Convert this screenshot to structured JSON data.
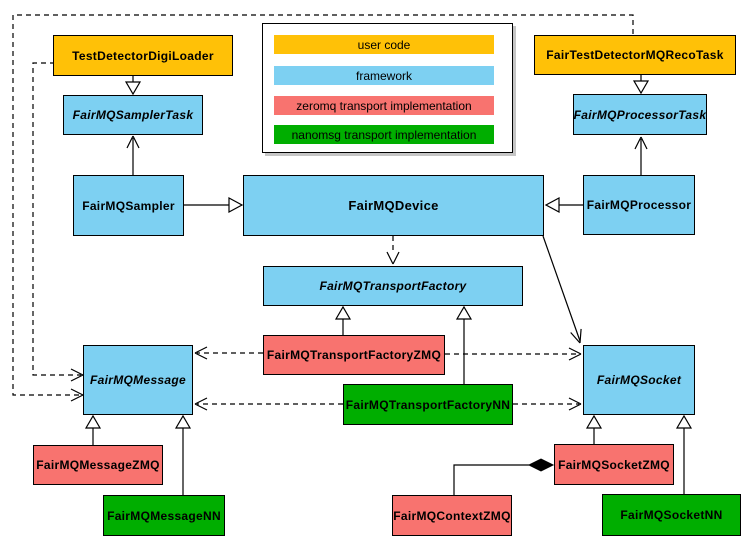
{
  "diagram": {
    "kind": "uml-class-diagram",
    "subject": "FairMQ framework classes and transport implementations"
  },
  "colors": {
    "user_code": "#ffc107",
    "framework": "#7dd0f2",
    "zeromq": "#f8736f",
    "nanomsg": "#00ae00",
    "line": "#000000",
    "background": "#ffffff"
  },
  "legend": {
    "items": [
      {
        "label": "user code",
        "category": "user_code"
      },
      {
        "label": "framework",
        "category": "framework"
      },
      {
        "label": "zeromq transport implementation",
        "category": "zeromq"
      },
      {
        "label": "nanomsg transport implementation",
        "category": "nanomsg"
      }
    ]
  },
  "nodes": {
    "test_detector_digi_loader": {
      "label": "TestDetectorDigiLoader",
      "category": "user_code",
      "abstract": false
    },
    "fair_test_detector_mq_reco_task": {
      "label": "FairTestDetectorMQRecoTask",
      "category": "user_code",
      "abstract": false
    },
    "fairmq_sampler_task": {
      "label": "FairMQSamplerTask",
      "category": "framework",
      "abstract": true
    },
    "fairmq_processor_task": {
      "label": "FairMQProcessorTask",
      "category": "framework",
      "abstract": true
    },
    "fairmq_sampler": {
      "label": "FairMQSampler",
      "category": "framework",
      "abstract": false
    },
    "fairmq_device": {
      "label": "FairMQDevice",
      "category": "framework",
      "abstract": false
    },
    "fairmq_processor": {
      "label": "FairMQProcessor",
      "category": "framework",
      "abstract": false
    },
    "fairmq_transport_factory": {
      "label": "FairMQTransportFactory",
      "category": "framework",
      "abstract": true
    },
    "fairmq_transport_factory_zmq": {
      "label": "FairMQTransportFactoryZMQ",
      "category": "zeromq",
      "abstract": false
    },
    "fairmq_transport_factory_nn": {
      "label": "FairMQTransportFactoryNN",
      "category": "nanomsg",
      "abstract": false
    },
    "fairmq_message": {
      "label": "FairMQMessage",
      "category": "framework",
      "abstract": true
    },
    "fairmq_socket": {
      "label": "FairMQSocket",
      "category": "framework",
      "abstract": true
    },
    "fairmq_message_zmq": {
      "label": "FairMQMessageZMQ",
      "category": "zeromq",
      "abstract": false
    },
    "fairmq_message_nn": {
      "label": "FairMQMessageNN",
      "category": "nanomsg",
      "abstract": false
    },
    "fairmq_socket_zmq": {
      "label": "FairMQSocketZMQ",
      "category": "zeromq",
      "abstract": false
    },
    "fairmq_socket_nn": {
      "label": "FairMQSocketNN",
      "category": "nanomsg",
      "abstract": false
    },
    "fairmq_context_zmq": {
      "label": "FairMQContextZMQ",
      "category": "zeromq",
      "abstract": false
    }
  },
  "edges": [
    {
      "from": "TestDetectorDigiLoader",
      "to": "FairMQSamplerTask",
      "type": "inheritance"
    },
    {
      "from": "FairTestDetectorMQRecoTask",
      "to": "FairMQProcessorTask",
      "type": "inheritance"
    },
    {
      "from": "FairMQSampler",
      "to": "FairMQSamplerTask",
      "type": "association-arrow"
    },
    {
      "from": "FairMQProcessor",
      "to": "FairMQProcessorTask",
      "type": "association-arrow"
    },
    {
      "from": "FairMQSampler",
      "to": "FairMQDevice",
      "type": "inheritance"
    },
    {
      "from": "FairMQProcessor",
      "to": "FairMQDevice",
      "type": "inheritance"
    },
    {
      "from": "FairMQDevice",
      "to": "FairMQTransportFactory",
      "type": "dashed-dependency"
    },
    {
      "from": "FairMQDevice",
      "to": "FairMQSocket",
      "type": "association-arrow"
    },
    {
      "from": "FairMQTransportFactoryZMQ",
      "to": "FairMQTransportFactory",
      "type": "inheritance"
    },
    {
      "from": "FairMQTransportFactoryNN",
      "to": "FairMQTransportFactory",
      "type": "inheritance"
    },
    {
      "from": "FairMQTransportFactoryZMQ",
      "to": "FairMQMessage",
      "type": "dashed-dependency"
    },
    {
      "from": "FairMQTransportFactoryZMQ",
      "to": "FairMQSocket",
      "type": "dashed-dependency"
    },
    {
      "from": "FairMQTransportFactoryNN",
      "to": "FairMQMessage",
      "type": "dashed-dependency"
    },
    {
      "from": "FairMQTransportFactoryNN",
      "to": "FairMQSocket",
      "type": "dashed-dependency"
    },
    {
      "from": "TestDetectorDigiLoader",
      "to": "FairMQMessage",
      "type": "dashed-dependency"
    },
    {
      "from": "FairTestDetectorMQRecoTask",
      "to": "FairMQMessage",
      "type": "dashed-dependency"
    },
    {
      "from": "FairMQMessageZMQ",
      "to": "FairMQMessage",
      "type": "inheritance"
    },
    {
      "from": "FairMQMessageNN",
      "to": "FairMQMessage",
      "type": "inheritance"
    },
    {
      "from": "FairMQSocketZMQ",
      "to": "FairMQSocket",
      "type": "inheritance"
    },
    {
      "from": "FairMQSocketNN",
      "to": "FairMQSocket",
      "type": "inheritance"
    },
    {
      "from": "FairMQContextZMQ",
      "to": "FairMQSocketZMQ",
      "type": "composition"
    }
  ]
}
